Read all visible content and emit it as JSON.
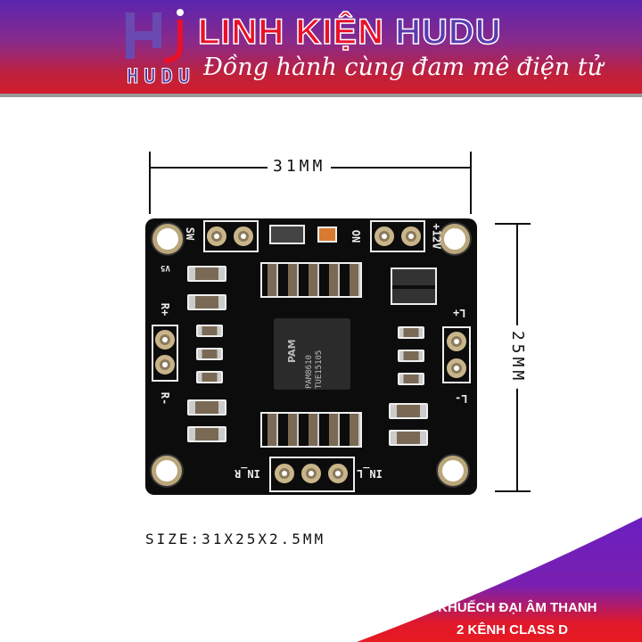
{
  "banner": {
    "logo_text": "HUDU",
    "brand_part1": "LINH KIỆN",
    "brand_part2": "HUDU",
    "slogan": "Đồng hành cùng đam mê điện tử"
  },
  "dimensions": {
    "width": "31MM",
    "height": "25MM",
    "size": "SIZE:31X25X2.5MM"
  },
  "board": {
    "labels": {
      "sw": "SW",
      "on": "ON",
      "v12": "+12V",
      "v5": "V5",
      "r_plus": "R+",
      "r_minus": "R-",
      "l_plus": "L+",
      "l_minus": "L-",
      "in_r": "IN_R",
      "in_l": "IN_L"
    },
    "chip_logo": "PAM",
    "chip_line1": "PAM8610",
    "chip_line2": "TUE15105"
  },
  "product": {
    "title_line1": "MẠCH KHUẾCH ĐẠI ÂM THANH",
    "title_line2": "2 KÊNH CLASS D"
  },
  "colors": {
    "brand_red": "#e8102a",
    "brand_purple": "#5b3ab0",
    "board": "#0c0c0c"
  }
}
